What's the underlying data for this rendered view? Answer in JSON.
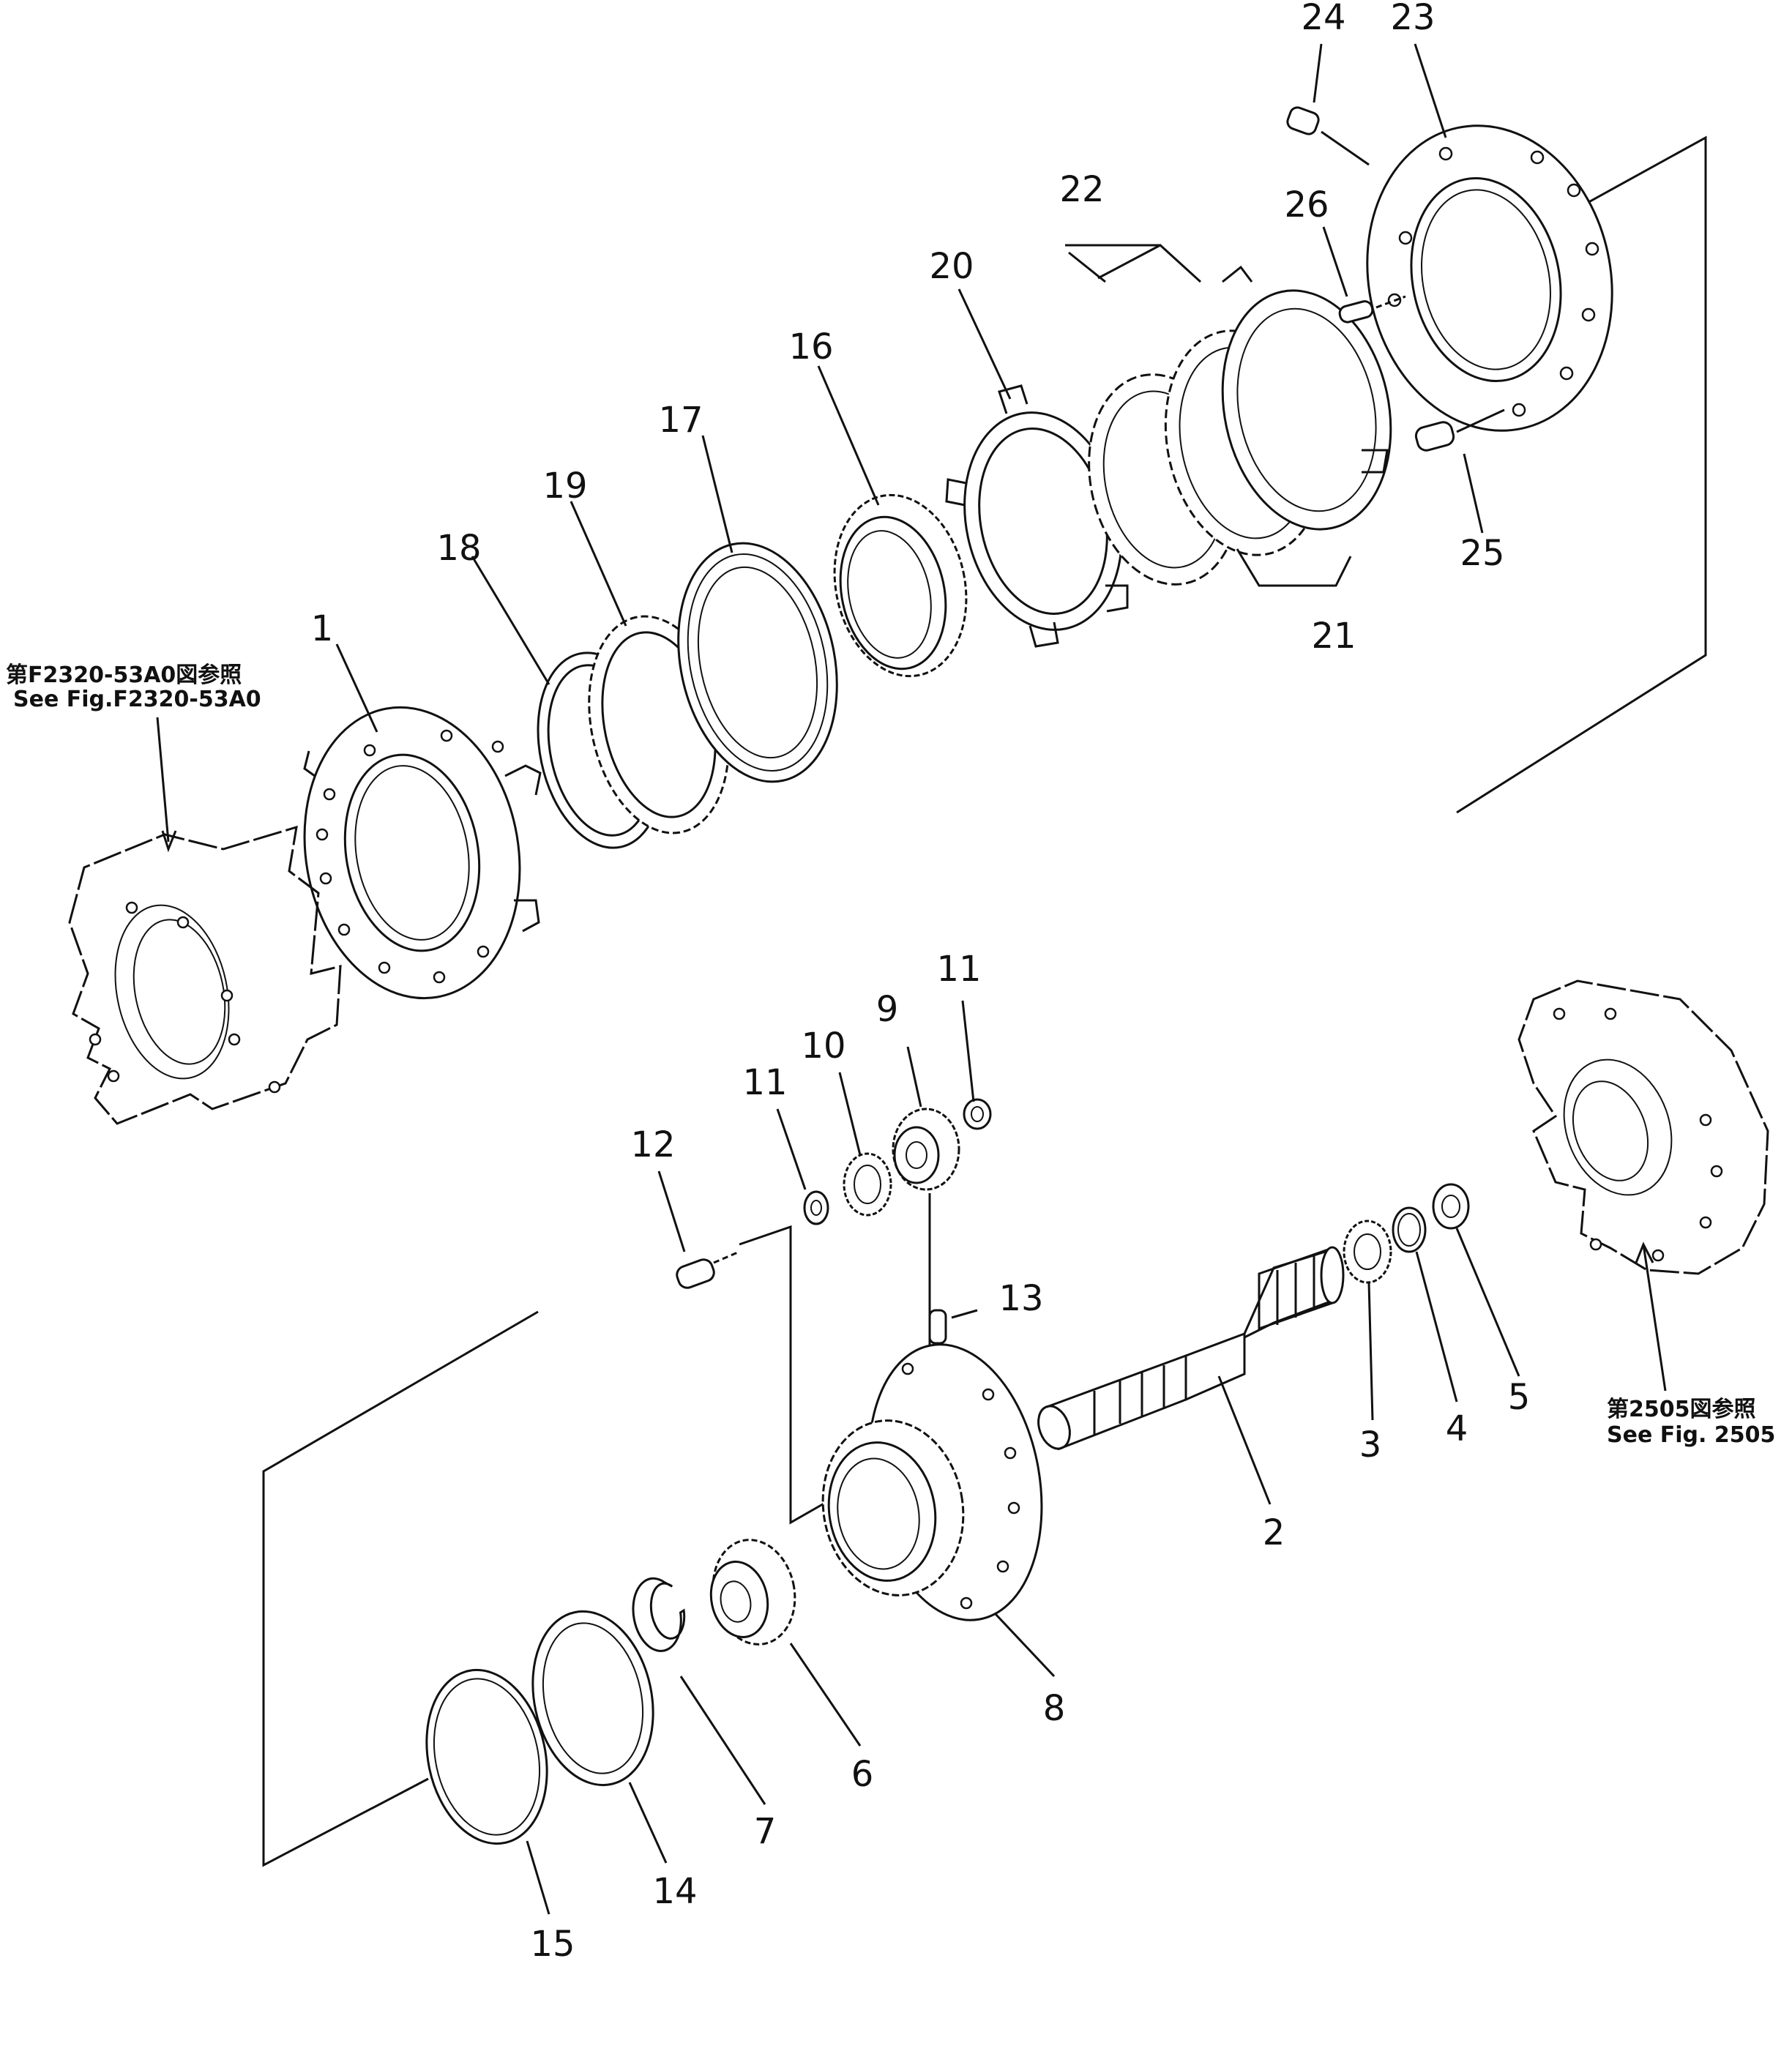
{
  "references": {
    "left_jp": "第F2320-53A0図参照",
    "left_en": "See Fig.F2320-53A0",
    "right_jp": "第2505図参照",
    "right_en": "See  Fig. 2505"
  },
  "callouts": [
    {
      "id": "1",
      "label": "1"
    },
    {
      "id": "2",
      "label": "2"
    },
    {
      "id": "3",
      "label": "3"
    },
    {
      "id": "4",
      "label": "4"
    },
    {
      "id": "5",
      "label": "5"
    },
    {
      "id": "6",
      "label": "6"
    },
    {
      "id": "7",
      "label": "7"
    },
    {
      "id": "8",
      "label": "8"
    },
    {
      "id": "9",
      "label": "9"
    },
    {
      "id": "10",
      "label": "10"
    },
    {
      "id": "11a",
      "label": "11"
    },
    {
      "id": "11b",
      "label": "11"
    },
    {
      "id": "12",
      "label": "12"
    },
    {
      "id": "13",
      "label": "13"
    },
    {
      "id": "14",
      "label": "14"
    },
    {
      "id": "15",
      "label": "15"
    },
    {
      "id": "16",
      "label": "16"
    },
    {
      "id": "17",
      "label": "17"
    },
    {
      "id": "18",
      "label": "18"
    },
    {
      "id": "19",
      "label": "19"
    },
    {
      "id": "20",
      "label": "20"
    },
    {
      "id": "21",
      "label": "21"
    },
    {
      "id": "22",
      "label": "22"
    },
    {
      "id": "23",
      "label": "23"
    },
    {
      "id": "24",
      "label": "24"
    },
    {
      "id": "25",
      "label": "25"
    },
    {
      "id": "26",
      "label": "26"
    }
  ]
}
